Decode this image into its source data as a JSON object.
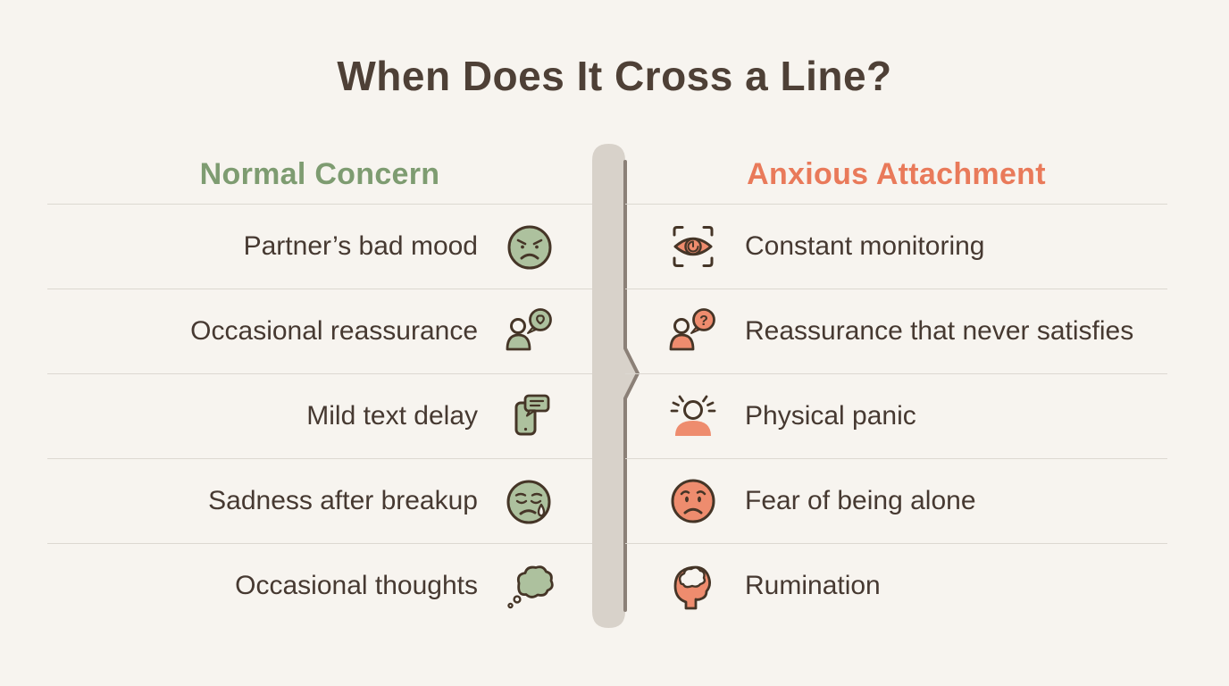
{
  "title": "When Does It Cross a Line?",
  "columns": {
    "left": {
      "label": "Normal Concern",
      "color": "#7e9c71"
    },
    "right": {
      "label": "Anxious Attachment",
      "color": "#e97a5a"
    }
  },
  "rows": [
    {
      "left": {
        "label": "Partner’s bad mood",
        "icon": "annoyed-face"
      },
      "right": {
        "label": "Constant monitoring",
        "icon": "eye-viewfinder"
      }
    },
    {
      "left": {
        "label": "Occasional reassurance",
        "icon": "person-heart-bubble"
      },
      "right": {
        "label": "Reassurance that never satisfies",
        "icon": "person-question-bubble"
      }
    },
    {
      "left": {
        "label": "Mild text delay",
        "icon": "phone-message"
      },
      "right": {
        "label": "Physical panic",
        "icon": "person-panic-rays"
      }
    },
    {
      "left": {
        "label": "Sadness after breakup",
        "icon": "sad-face-tear"
      },
      "right": {
        "label": "Fear of being alone",
        "icon": "worried-face"
      }
    },
    {
      "left": {
        "label": "Occasional thoughts",
        "icon": "thought-cloud"
      },
      "right": {
        "label": "Rumination",
        "icon": "head-brain"
      }
    }
  ],
  "glyphs": {
    "question_mark": "?"
  },
  "colors": {
    "background": "#f7f4ef",
    "title_text": "#4e4036",
    "body_text": "#463931",
    "left_accent": "#7e9c71",
    "right_accent": "#e97a5a",
    "row_line": "#dcd8d1",
    "divider_fill": "#d8d2ca",
    "divider_edge": "#8b8077",
    "green_icon_fill": "#adc19e",
    "salmon_icon_fill": "#ee8c6e",
    "icon_stroke": "#4d382a"
  }
}
